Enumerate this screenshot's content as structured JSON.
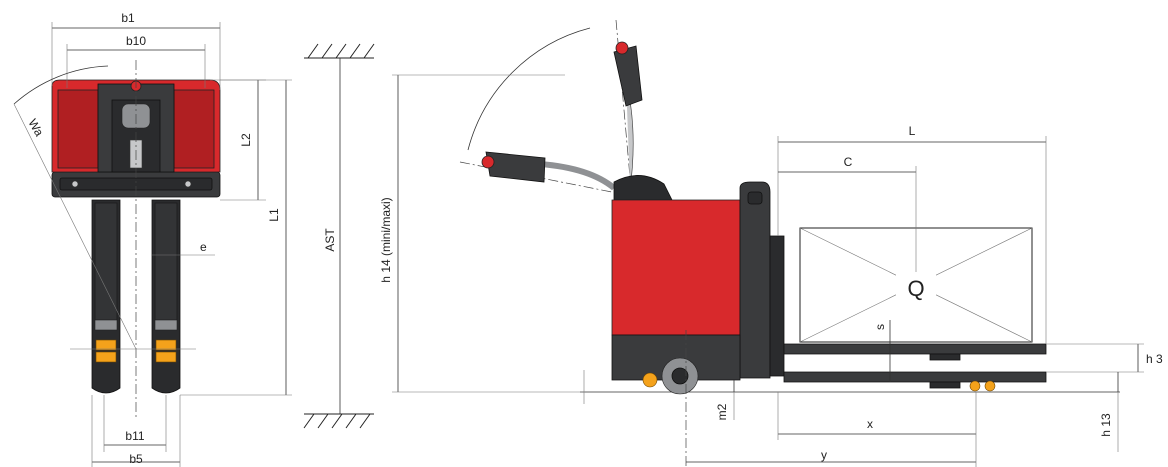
{
  "dimension_labels": {
    "b1": "b1",
    "b10": "b10",
    "L2": "L2",
    "L1": "L1",
    "Wa": "Wa",
    "e": "e",
    "b11": "b11",
    "b5": "b5",
    "AST": "AST",
    "h14": "h 14 (mini/maxi)",
    "L": "L",
    "C": "C",
    "Q": "Q",
    "s": "s",
    "h3": "h 3",
    "m2": "m2",
    "x": "x",
    "y": "y",
    "h13": "h 13"
  },
  "colors": {
    "body_red": "#d8292c",
    "chassis_dark": "#3a3b3d",
    "roller_orange": "#f4a21b"
  }
}
